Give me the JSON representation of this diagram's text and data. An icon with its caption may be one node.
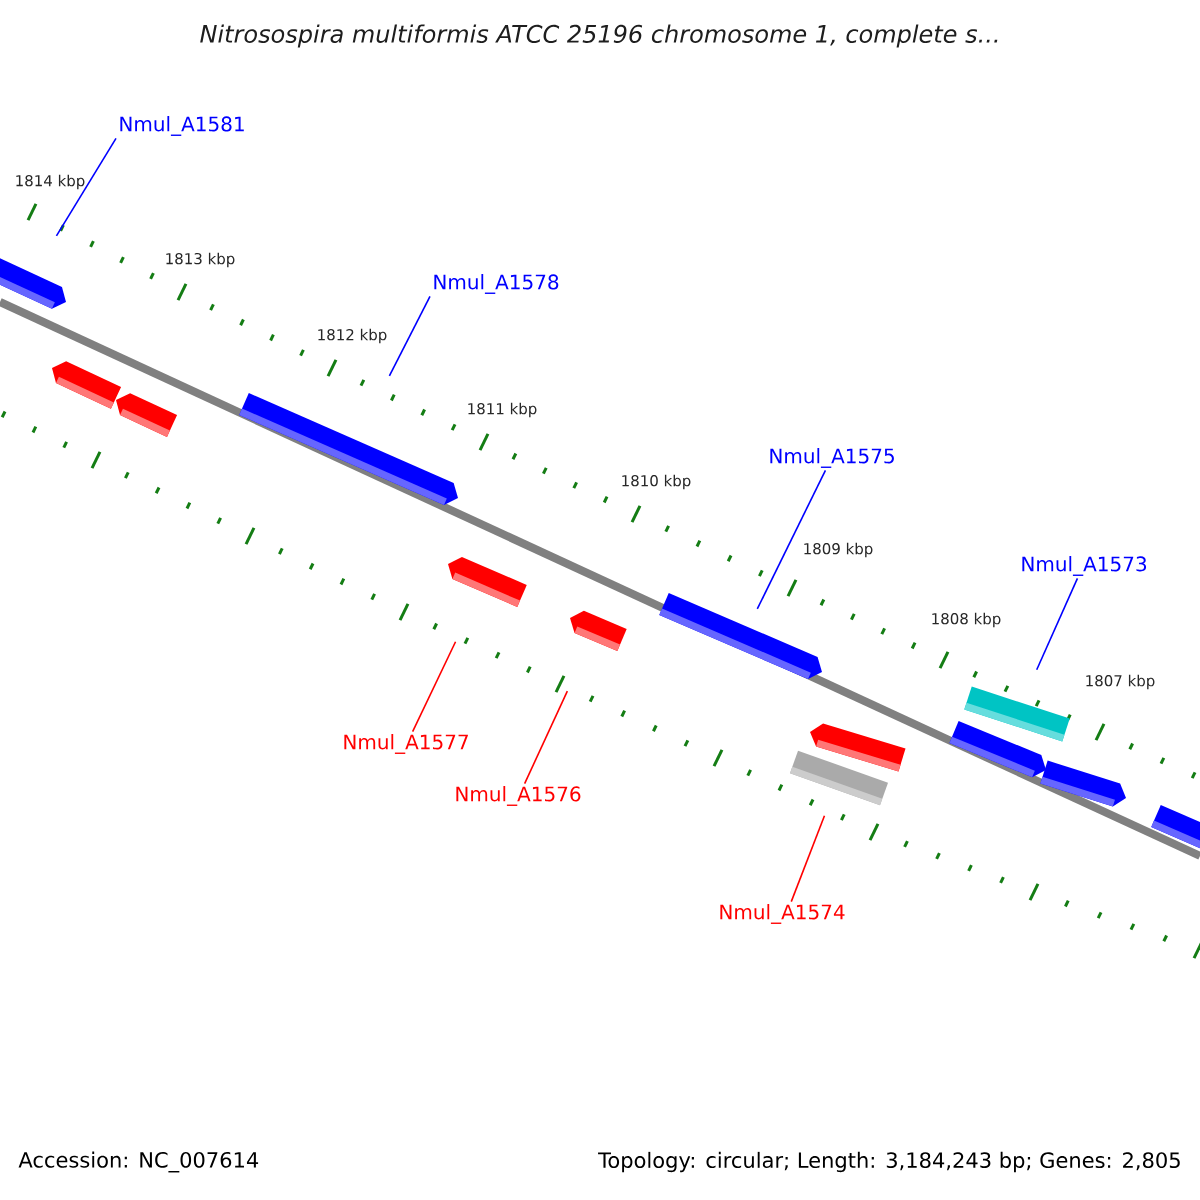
{
  "diagram": {
    "title": "Nitrosospira multiformis ATCC 25196 chromosome 1, complete s...",
    "nodes": [
      {
        "text": [
          "Nmul_A1581"
        ]
      },
      {
        "text": [
          "Nmul_A1578"
        ]
      },
      {
        "text": [
          "Nmul_A1575"
        ]
      },
      {
        "text": [
          "Nmul_A1573"
        ]
      },
      {
        "text": [
          "Nmul_A1577"
        ]
      },
      {
        "text": [
          "Nmul_A1576"
        ]
      },
      {
        "text": [
          "Nmul_A1574"
        ]
      },
      {
        "text": [],
        "shape": "bar"
      },
      {
        "text": [],
        "shape": "bar"
      },
      {
        "text": [],
        "shape": "bar"
      },
      {
        "text": [],
        "shape": "bar"
      },
      {
        "text": [],
        "shape": "bar"
      },
      {
        "text": [],
        "shape": "bar"
      },
      {
        "text": [],
        "shape": "bar"
      },
      {
        "text": [],
        "shape": "bar"
      },
      {
        "text": [],
        "shape": "bar"
      },
      {
        "text": [],
        "shape": "bar"
      },
      {
        "text": [],
        "shape": "bar"
      },
      {
        "text": [],
        "shape": "bar"
      },
      {
        "text": [],
        "shape": "bar"
      }
    ],
    "edges": [
      {
        "from": 0,
        "to": 7,
        "arrow": "none"
      },
      {
        "from": 1,
        "to": 10,
        "arrow": "none"
      },
      {
        "from": 2,
        "to": 13,
        "arrow": "none"
      },
      {
        "from": 3,
        "to": 17,
        "arrow": "none"
      },
      {
        "from": 4,
        "to": 11,
        "arrow": "none",
        "color": "#ff0000"
      },
      {
        "from": 5,
        "to": 12,
        "arrow": "none",
        "color": "#ff0000"
      },
      {
        "from": 6,
        "to": 14,
        "arrow": "none",
        "color": "#ff0000"
      }
    ],
    "labels": [
      "1814 kbp",
      "1813 kbp",
      "1812 kbp",
      "1811 kbp",
      "1810 kbp",
      "1809 kbp",
      "1808 kbp",
      "1807 kbp",
      "Accession: NC_007614",
      "Topology: circular; Length: 3,184,243 bp; Genes: 2,805"
    ]
  }
}
